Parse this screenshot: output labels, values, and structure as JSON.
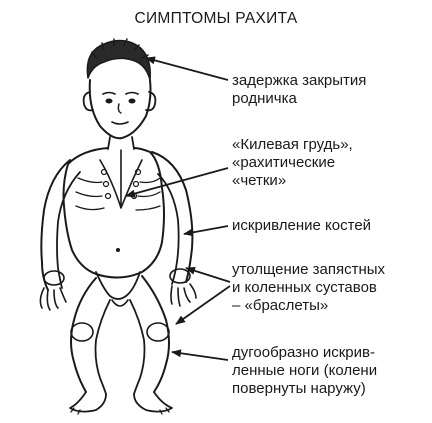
{
  "title": "СИМПТОМЫ РАХИТА",
  "labels": [
    "задержка закрытия\nродничка",
    "«Килевая грудь»,\n«рахитические\n«четки»",
    "искривление костей",
    "утолщение запястных\nи коленных суставов\n– «браслеты»",
    "дугообразно искрив-\nленные ноги (колени\nповернуты наружу)"
  ],
  "colors": {
    "ink": "#1a1a1a",
    "background": "#ffffff"
  }
}
